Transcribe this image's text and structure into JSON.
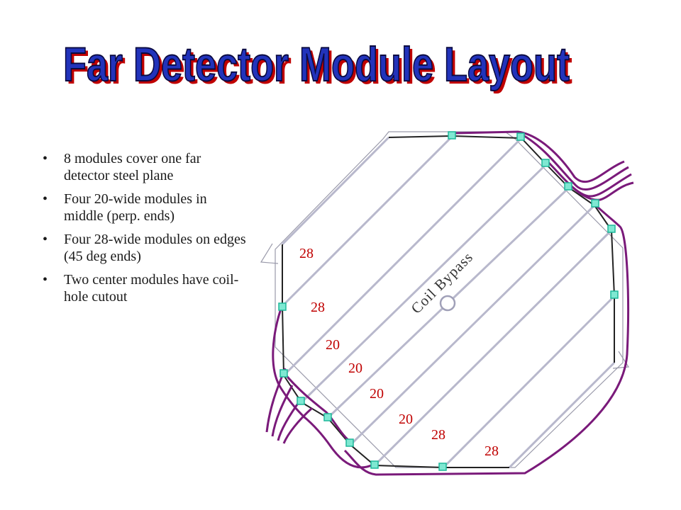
{
  "title": "Far Detector Module Layout",
  "bullets": [
    "8 modules cover one far detector steel plane",
    "Four 20-wide modules in middle (perp. ends)",
    "Four 28-wide modules on edges (45 deg ends)",
    "Two center modules have coil-hole cutout"
  ],
  "diagram": {
    "coil_label": "Coil Bypass",
    "module_widths": [
      "28",
      "28",
      "20",
      "20",
      "20",
      "20",
      "28",
      "28"
    ]
  },
  "colors": {
    "title_fill": "#2233bb",
    "title_shadow": "#c00000",
    "module_line": "#b8b8cc",
    "cable": "#7a1a7a",
    "connector": "#1fd3a8",
    "width_label": "#c00000"
  }
}
